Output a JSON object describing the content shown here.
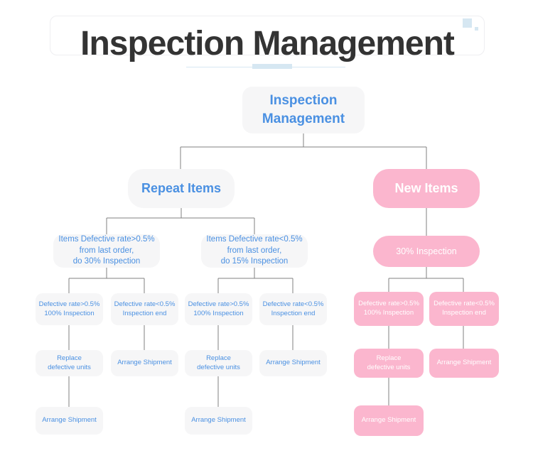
{
  "page": {
    "title": "Inspection Management",
    "background_color": "#ffffff",
    "accent_blue": "#4a90e2",
    "accent_pink": "#fbb6ce",
    "node_grey": "#f6f6f7",
    "deco_color": "#d6e7f2",
    "connector_color": "#808080"
  },
  "chart_data": {
    "type": "diagram",
    "title": "Inspection Management",
    "layout": "top-down tree",
    "branch_colors": {
      "repeat_items": "#f6f6f7",
      "new_items": "#fbb6ce"
    },
    "nodes": [
      {
        "id": "root",
        "label": "Inspection Management",
        "level": 1,
        "style": "grey"
      },
      {
        "id": "repeat",
        "label": "Repeat Items",
        "level": 2,
        "style": "grey",
        "parent": "root"
      },
      {
        "id": "new",
        "label": "New Items",
        "level": 2,
        "style": "pink",
        "parent": "root"
      },
      {
        "id": "r-high",
        "label": "Items Defective rate>0.5% from last order, do 30% Inspection",
        "level": 3,
        "style": "grey",
        "parent": "repeat"
      },
      {
        "id": "r-low",
        "label": "Items Defective rate<0.5% from last order, do 15% Inspection",
        "level": 3,
        "style": "grey",
        "parent": "repeat"
      },
      {
        "id": "n-30",
        "label": "30% Inspection",
        "level": 3,
        "style": "pink",
        "parent": "new"
      },
      {
        "id": "r-high-gt",
        "label": "Defective rate>0.5% 100% Inspection",
        "level": 4,
        "style": "grey",
        "parent": "r-high"
      },
      {
        "id": "r-high-lt",
        "label": "Defective rate<0.5% Inspection end",
        "level": 4,
        "style": "grey",
        "parent": "r-high"
      },
      {
        "id": "r-low-gt",
        "label": "Defective rate>0.5% 100% Inspection",
        "level": 4,
        "style": "grey",
        "parent": "r-low"
      },
      {
        "id": "r-low-lt",
        "label": "Defective rate<0.5% Inspection end",
        "level": 4,
        "style": "grey",
        "parent": "r-low"
      },
      {
        "id": "n-gt",
        "label": "Defective rate>0.5% 100% Inspection",
        "level": 4,
        "style": "pink",
        "parent": "n-30"
      },
      {
        "id": "n-lt",
        "label": "Defective rate<0.5% Inspection end",
        "level": 4,
        "style": "pink",
        "parent": "n-30"
      },
      {
        "id": "r-high-replace",
        "label": "Replace defective units",
        "level": 5,
        "style": "grey",
        "parent": "r-high-gt"
      },
      {
        "id": "r-high-arrange",
        "label": "Arrange Shipment",
        "level": 5,
        "style": "grey",
        "parent": "r-high-lt"
      },
      {
        "id": "r-low-replace",
        "label": "Replace defective units",
        "level": 5,
        "style": "grey",
        "parent": "r-low-gt"
      },
      {
        "id": "r-low-arrange",
        "label": "Arrange Shipment",
        "level": 5,
        "style": "grey",
        "parent": "r-low-lt"
      },
      {
        "id": "n-replace",
        "label": "Replace defective units",
        "level": 5,
        "style": "pink",
        "parent": "n-gt"
      },
      {
        "id": "n-arrange",
        "label": "Arrange Shipment",
        "level": 5,
        "style": "pink",
        "parent": "n-lt"
      },
      {
        "id": "r-high-ship",
        "label": "Arrange Shipment",
        "level": 6,
        "style": "grey",
        "parent": "r-high-replace"
      },
      {
        "id": "r-low-ship",
        "label": "Arrange Shipment",
        "level": 6,
        "style": "grey",
        "parent": "r-low-replace"
      },
      {
        "id": "n-ship",
        "label": "Arrange Shipment",
        "level": 6,
        "style": "pink",
        "parent": "n-replace"
      }
    ]
  },
  "title": {
    "text": "Inspection Management"
  },
  "root": {
    "line1": "Inspection",
    "line2": "Management"
  },
  "level2": {
    "repeat_items": "Repeat Items",
    "new_items": "New Items"
  },
  "level3": {
    "repeat_high": {
      "line1": "Items Defective rate>0.5%",
      "line2": "from last order,",
      "line3": "do 30% Inspection"
    },
    "repeat_low": {
      "line1": "Items Defective rate<0.5%",
      "line2": "from last order,",
      "line3": "do 15% Inspection"
    },
    "new_inspection": "30% Inspection"
  },
  "level4": {
    "gt_line1": "Defective rate>0.5%",
    "gt_line2": "100% Inspection",
    "lt_line1": "Defective rate<0.5%",
    "lt_line2": "Inspection end"
  },
  "level5": {
    "replace_line1": "Replace",
    "replace_line2": "defective units",
    "arrange": "Arrange Shipment"
  },
  "level6": {
    "arrange": "Arrange Shipment"
  }
}
